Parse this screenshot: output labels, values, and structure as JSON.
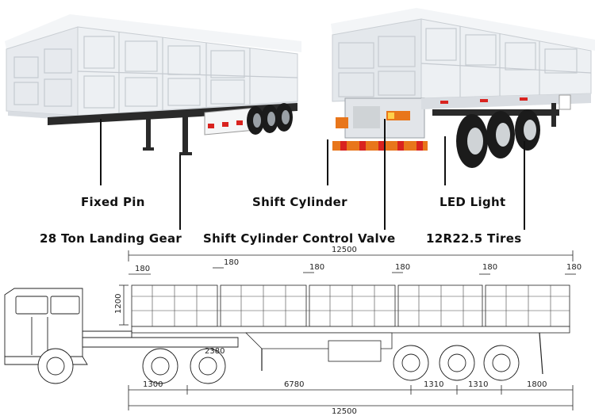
{
  "callouts": {
    "fixed_pin": "Fixed Pin",
    "landing_gear": "28 Ton Landing Gear",
    "shift_cylinder": "Shift Cylinder",
    "shift_valve": "Shift Cylinder Control Valve",
    "led_light": "LED Light",
    "tires": "12R22.5 Tires"
  },
  "dimensions": {
    "overall_top": "12500",
    "overall_bottom": "12500",
    "height": "1200",
    "gap_180_a": "180",
    "gap_180_b": "180",
    "gap_180_c": "180",
    "gap_180_d": "180",
    "gap_180_e": "180",
    "gap_180_f": "180",
    "kingpin_offset": "1300",
    "kingpin_to_axle": "6780",
    "axle_spacing_1": "1310",
    "axle_spacing_2": "1310",
    "rear_overhang": "1800",
    "swing_radius": "2380"
  },
  "colors": {
    "trailer_body": "#e9ecef",
    "panel_line": "#c9ced3",
    "chassis": "#2a2a2a",
    "reflector_red": "#d9231f",
    "reflector_white": "#ffffff",
    "bumper_orange": "#e8761b",
    "tire": "#1b1b1b",
    "rim": "#cfd3d6"
  }
}
